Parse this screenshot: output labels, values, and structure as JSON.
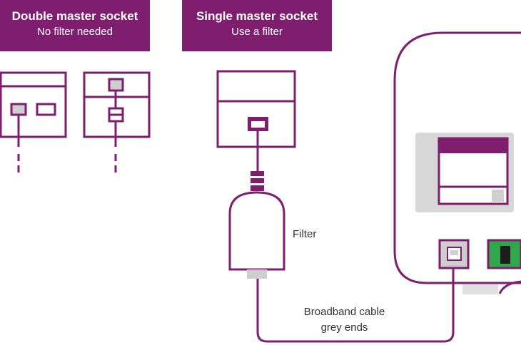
{
  "headers": {
    "double": {
      "title": "Double master socket",
      "subtitle": "No filter needed"
    },
    "single": {
      "title": "Single master socket",
      "subtitle": "Use a filter"
    }
  },
  "labels": {
    "filter": "Filter",
    "cable_line1": "Broadband cable",
    "cable_line2": "grey ends"
  },
  "colors": {
    "purple": "#7f1e6f",
    "grey": "#cfcfcf",
    "green": "#2ea84a"
  }
}
